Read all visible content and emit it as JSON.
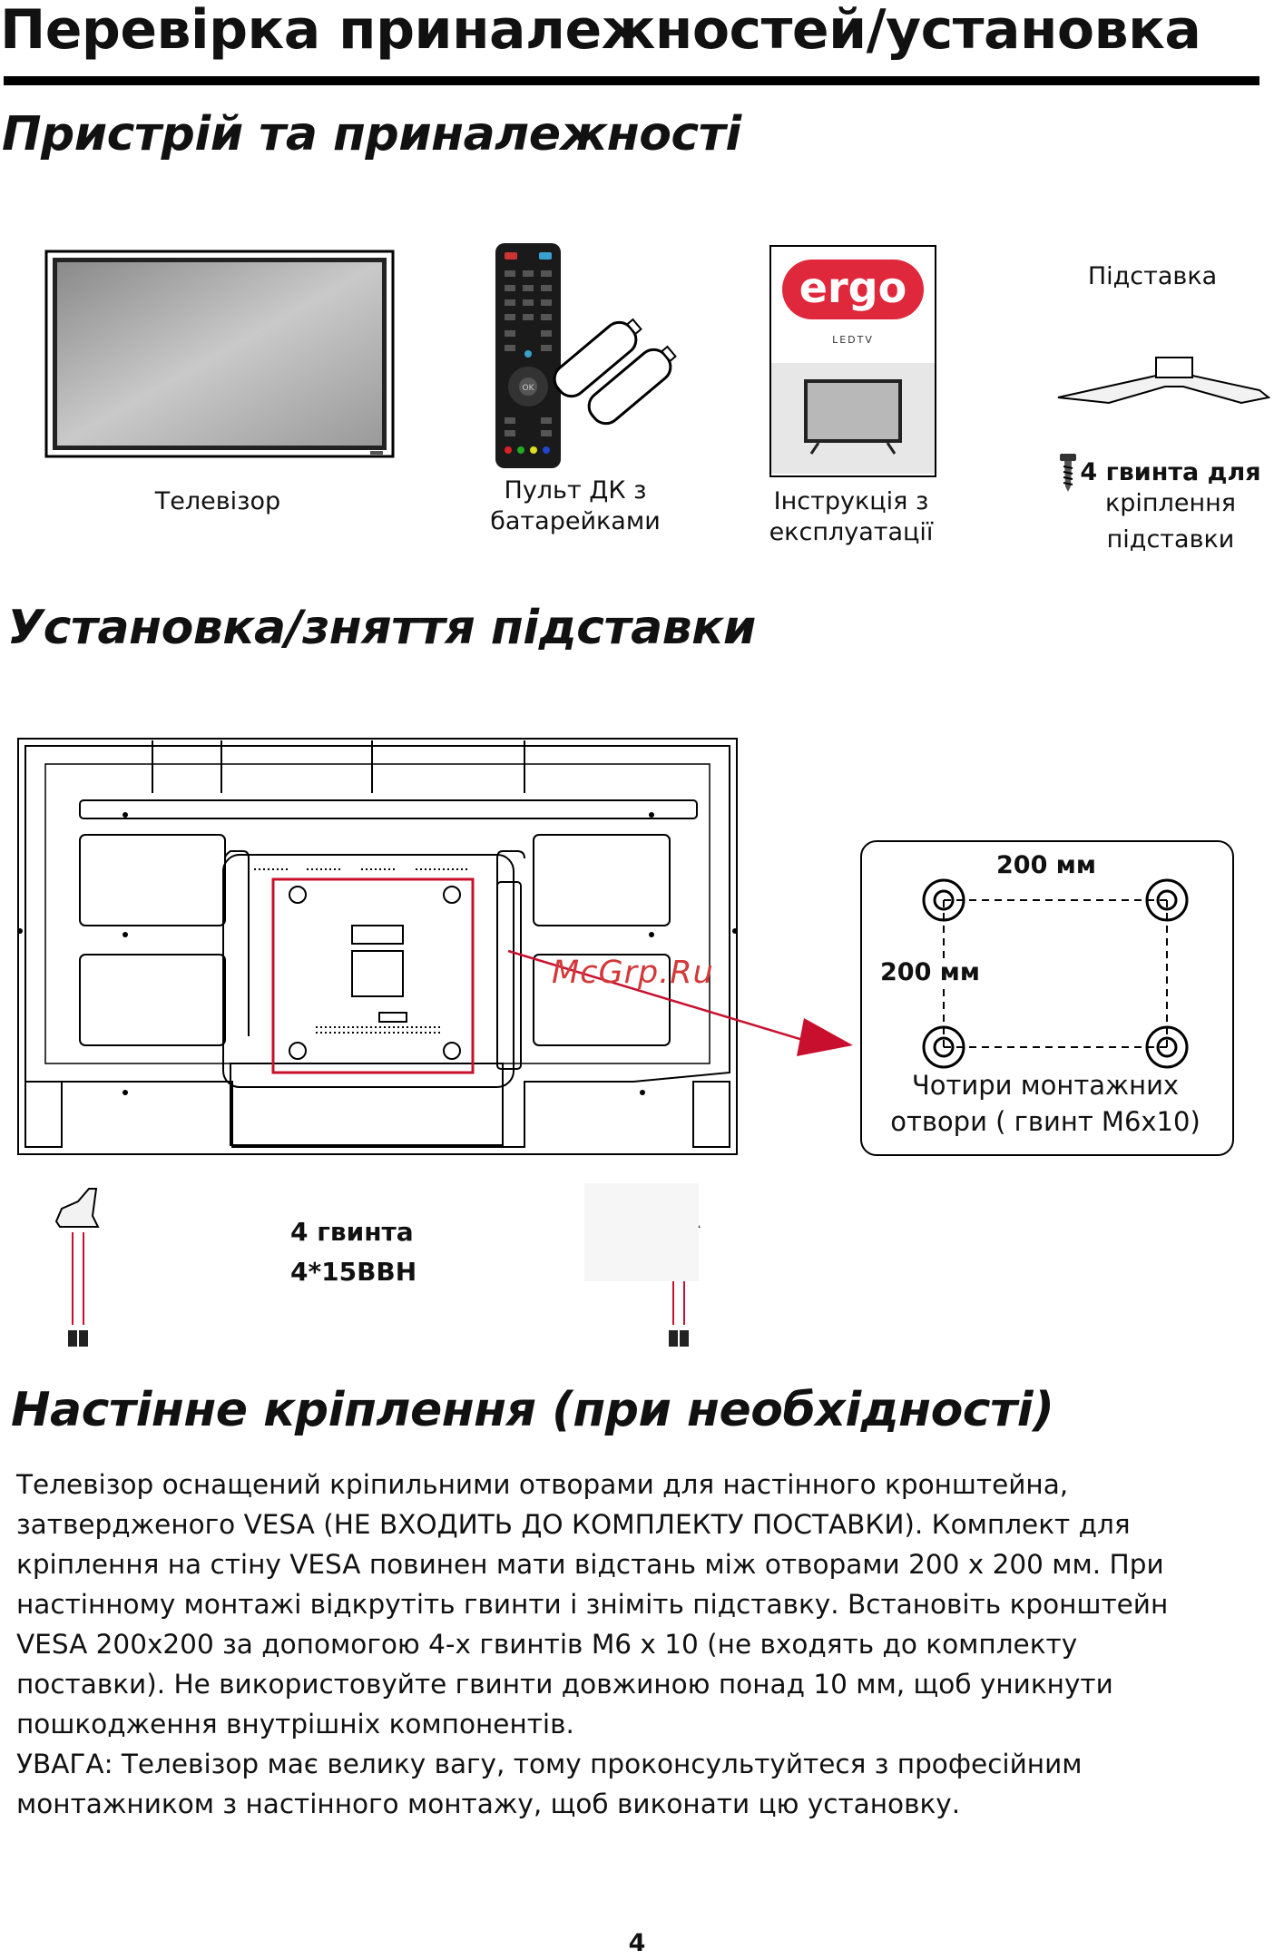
{
  "header": {
    "title": "Перевірка приналежностей/установка"
  },
  "accessories": {
    "heading": "Пристрій та приналежності",
    "tv_label": "Телевізор",
    "remote_label_line1": "Пульт ДК з",
    "remote_label_line2": "батарейками",
    "manual_label_line1": "Інструкція з",
    "manual_label_line2": "експлуатації",
    "manual_logo": "ergo",
    "manual_ledtv": "LEDTV",
    "stand_label": "Підставка",
    "screws_label_line1": "4 гвинта для",
    "screws_label_line2": "кріплення",
    "screws_label_line3": "підставки",
    "remote_ok": "OK"
  },
  "stand_install": {
    "heading": "Установка/зняття підставки",
    "screws_count": "4  гвинта",
    "screws_type": "4*15BBH",
    "vesa_h": "200 мм",
    "vesa_v": "200 мм",
    "vesa_caption_line1": "Чотири монтажних",
    "vesa_caption_line2": "отвори ( гвинт M6x10)",
    "watermark": "McGrp.Ru"
  },
  "wall_mount": {
    "heading": "Настінне кріплення (при  необхідності)",
    "paragraph": "Телевізор оснащений кріпильними отворами для настінного кронштейна, затвердженого VESA (НЕ ВХОДИТЬ ДО КОМПЛЕКТУ ПОСТАВКИ). Комплект для кріплення на стіну VESA повинен мати відстань між отворами 200 х 200 мм. При настінному монтажі відкрутіть гвинти і зніміть підставку. Встановіть кронштейн VESA 200x200 за допомогою 4-х гвинтів M6 x 10 (не входять до комплекту поставки). Не використовуйте гвинти довжиною понад 10 мм, щоб уникнути пошкодження внутрішніх компонентів.",
    "warning": "УВАГА: Телевізор має велику вагу, тому проконсультуйтеся з професійним монтажником з настінного монтажу, щоб виконати цю установку."
  },
  "footer": {
    "page_number": "4"
  }
}
